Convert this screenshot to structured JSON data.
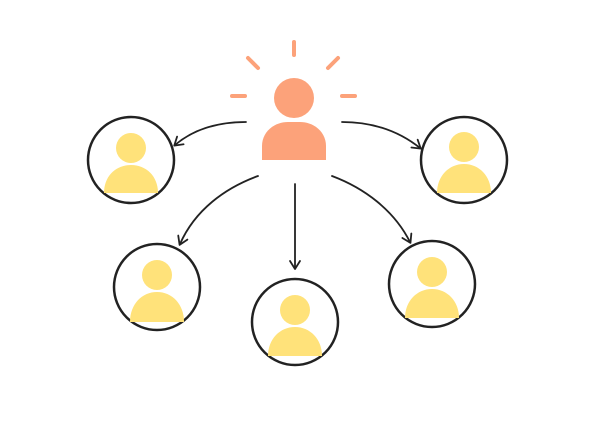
{
  "diagram": {
    "type": "one-to-many network",
    "hub": {
      "icon": "person-icon",
      "color": "#fca27a",
      "rays_icon": "sunburst-rays-icon"
    },
    "nodes": [
      {
        "id": "upper-left",
        "icon": "person-icon",
        "color": "#ffe27a"
      },
      {
        "id": "upper-right",
        "icon": "person-icon",
        "color": "#ffe27a"
      },
      {
        "id": "lower-left",
        "icon": "person-icon",
        "color": "#ffe27a"
      },
      {
        "id": "bottom-center",
        "icon": "person-icon",
        "color": "#ffe27a"
      },
      {
        "id": "lower-right",
        "icon": "person-icon",
        "color": "#ffe27a"
      }
    ],
    "connector_color": "#222222",
    "ring_color": "#222222",
    "connections": 5
  }
}
